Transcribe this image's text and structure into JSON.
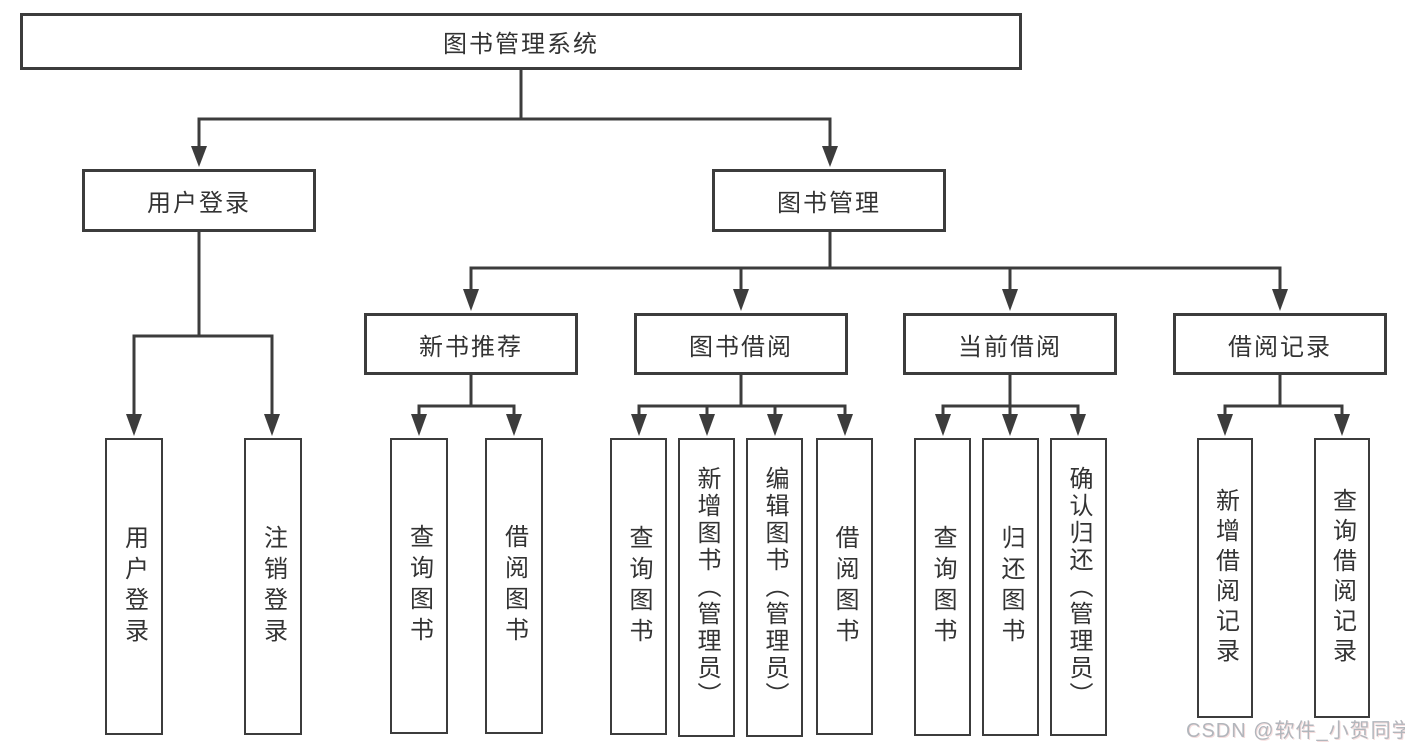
{
  "tree": {
    "root": {
      "label": "图书管理系统",
      "children": [
        {
          "label": "用户登录",
          "children": [
            {
              "label": "用户登录"
            },
            {
              "label": "注销登录"
            }
          ]
        },
        {
          "label": "图书管理",
          "children": [
            {
              "label": "新书推荐",
              "children": [
                {
                  "label": "查询图书"
                },
                {
                  "label": "借阅图书"
                }
              ]
            },
            {
              "label": "图书借阅",
              "children": [
                {
                  "label": "查询图书"
                },
                {
                  "label": "新增图书（管理员）"
                },
                {
                  "label": "编辑图书（管理员）"
                },
                {
                  "label": "借阅图书"
                }
              ]
            },
            {
              "label": "当前借阅",
              "children": [
                {
                  "label": "查询图书"
                },
                {
                  "label": "归还图书"
                },
                {
                  "label": "确认归还（管理员）"
                }
              ]
            },
            {
              "label": "借阅记录",
              "children": [
                {
                  "label": "新增借阅记录"
                },
                {
                  "label": "查询借阅记录"
                }
              ]
            }
          ]
        }
      ]
    }
  },
  "watermark": {
    "text": "CSDN @软件_小贺同学"
  },
  "colors": {
    "line": "#3c3c3c",
    "box_border": "#3c3c3c",
    "box_background": "#ffffff",
    "text": "#333333",
    "watermark_text": "#b2b6bc"
  }
}
